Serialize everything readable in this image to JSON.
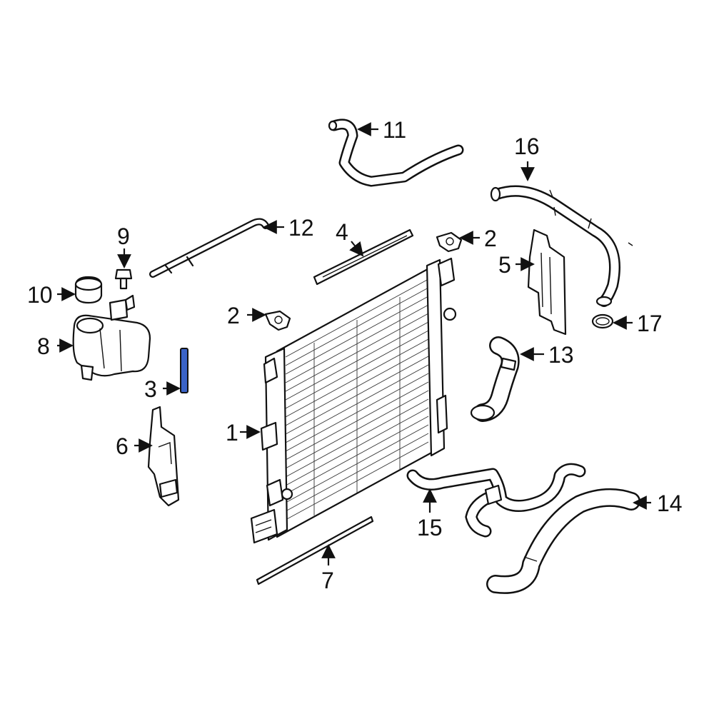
{
  "colors": {
    "highlight": "#3a63c8",
    "line": "#111111",
    "background": "#ffffff"
  },
  "callouts": [
    {
      "id": "1",
      "label": "1"
    },
    {
      "id": "2a",
      "label": "2"
    },
    {
      "id": "2b",
      "label": "2"
    },
    {
      "id": "3",
      "label": "3"
    },
    {
      "id": "4",
      "label": "4"
    },
    {
      "id": "5",
      "label": "5"
    },
    {
      "id": "6",
      "label": "6"
    },
    {
      "id": "7",
      "label": "7"
    },
    {
      "id": "8",
      "label": "8"
    },
    {
      "id": "9",
      "label": "9"
    },
    {
      "id": "10",
      "label": "10"
    },
    {
      "id": "11",
      "label": "11"
    },
    {
      "id": "12",
      "label": "12"
    },
    {
      "id": "13",
      "label": "13"
    },
    {
      "id": "14",
      "label": "14"
    },
    {
      "id": "15",
      "label": "15"
    },
    {
      "id": "16",
      "label": "16"
    },
    {
      "id": "17",
      "label": "17"
    }
  ]
}
